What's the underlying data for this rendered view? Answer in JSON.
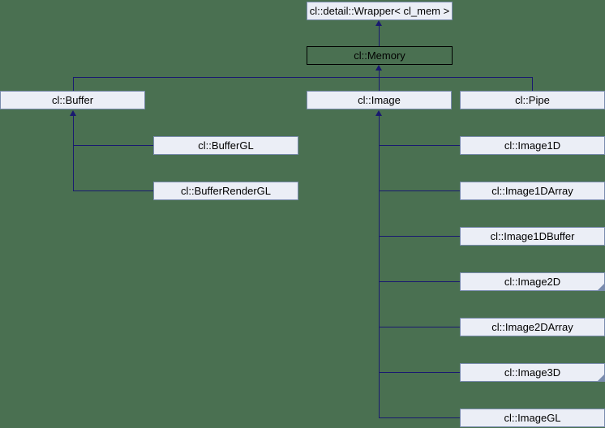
{
  "diagram": {
    "type": "class-inheritance-graph",
    "colors": {
      "background": "#4a7051",
      "node_fill": "#ebeef6",
      "node_border": "#7a8cae",
      "current_node_border": "#000000",
      "edge": "#191970"
    },
    "nodes": {
      "wrapper": "cl::detail::Wrapper< cl_mem >",
      "memory": "cl::Memory",
      "buffer": "cl::Buffer",
      "image": "cl::Image",
      "pipe": "cl::Pipe",
      "buffergl": "cl::BufferGL",
      "bufferrendergl": "cl::BufferRenderGL",
      "image1d": "cl::Image1D",
      "image1darray": "cl::Image1DArray",
      "image1dbuffer": "cl::Image1DBuffer",
      "image2d": "cl::Image2D",
      "image2darray": "cl::Image2DArray",
      "image3d": "cl::Image3D",
      "imagegl": "cl::ImageGL"
    }
  }
}
